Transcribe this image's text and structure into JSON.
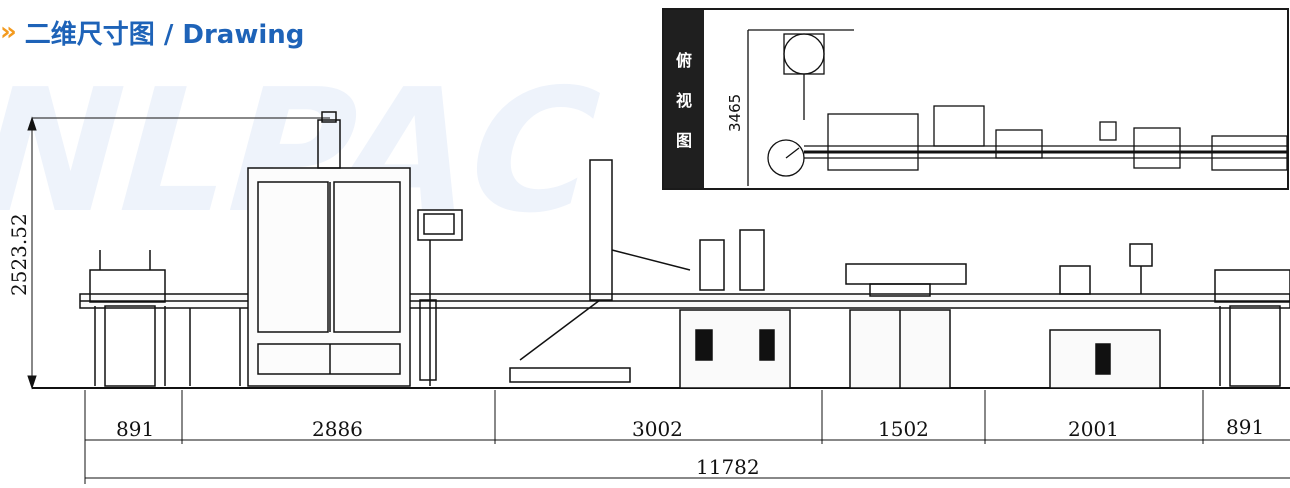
{
  "header": {
    "title": "二维尺寸图 / Drawing",
    "accent_color": "#f39a1e",
    "title_color": "#1e63b8",
    "icon": "double-chevron-right-icon"
  },
  "top_view": {
    "label_chars": [
      "俯",
      "视",
      "图"
    ],
    "width_dimension": "3465"
  },
  "front_view": {
    "height_dimension": "2523.52",
    "segment_dimensions": [
      "891",
      "2886",
      "3002",
      "1502",
      "2001",
      "891"
    ],
    "total_length": "11782"
  },
  "watermark": {
    "text": "NLPAC",
    "colors": [
      "#eef3fb",
      "#fdf1e0"
    ]
  }
}
